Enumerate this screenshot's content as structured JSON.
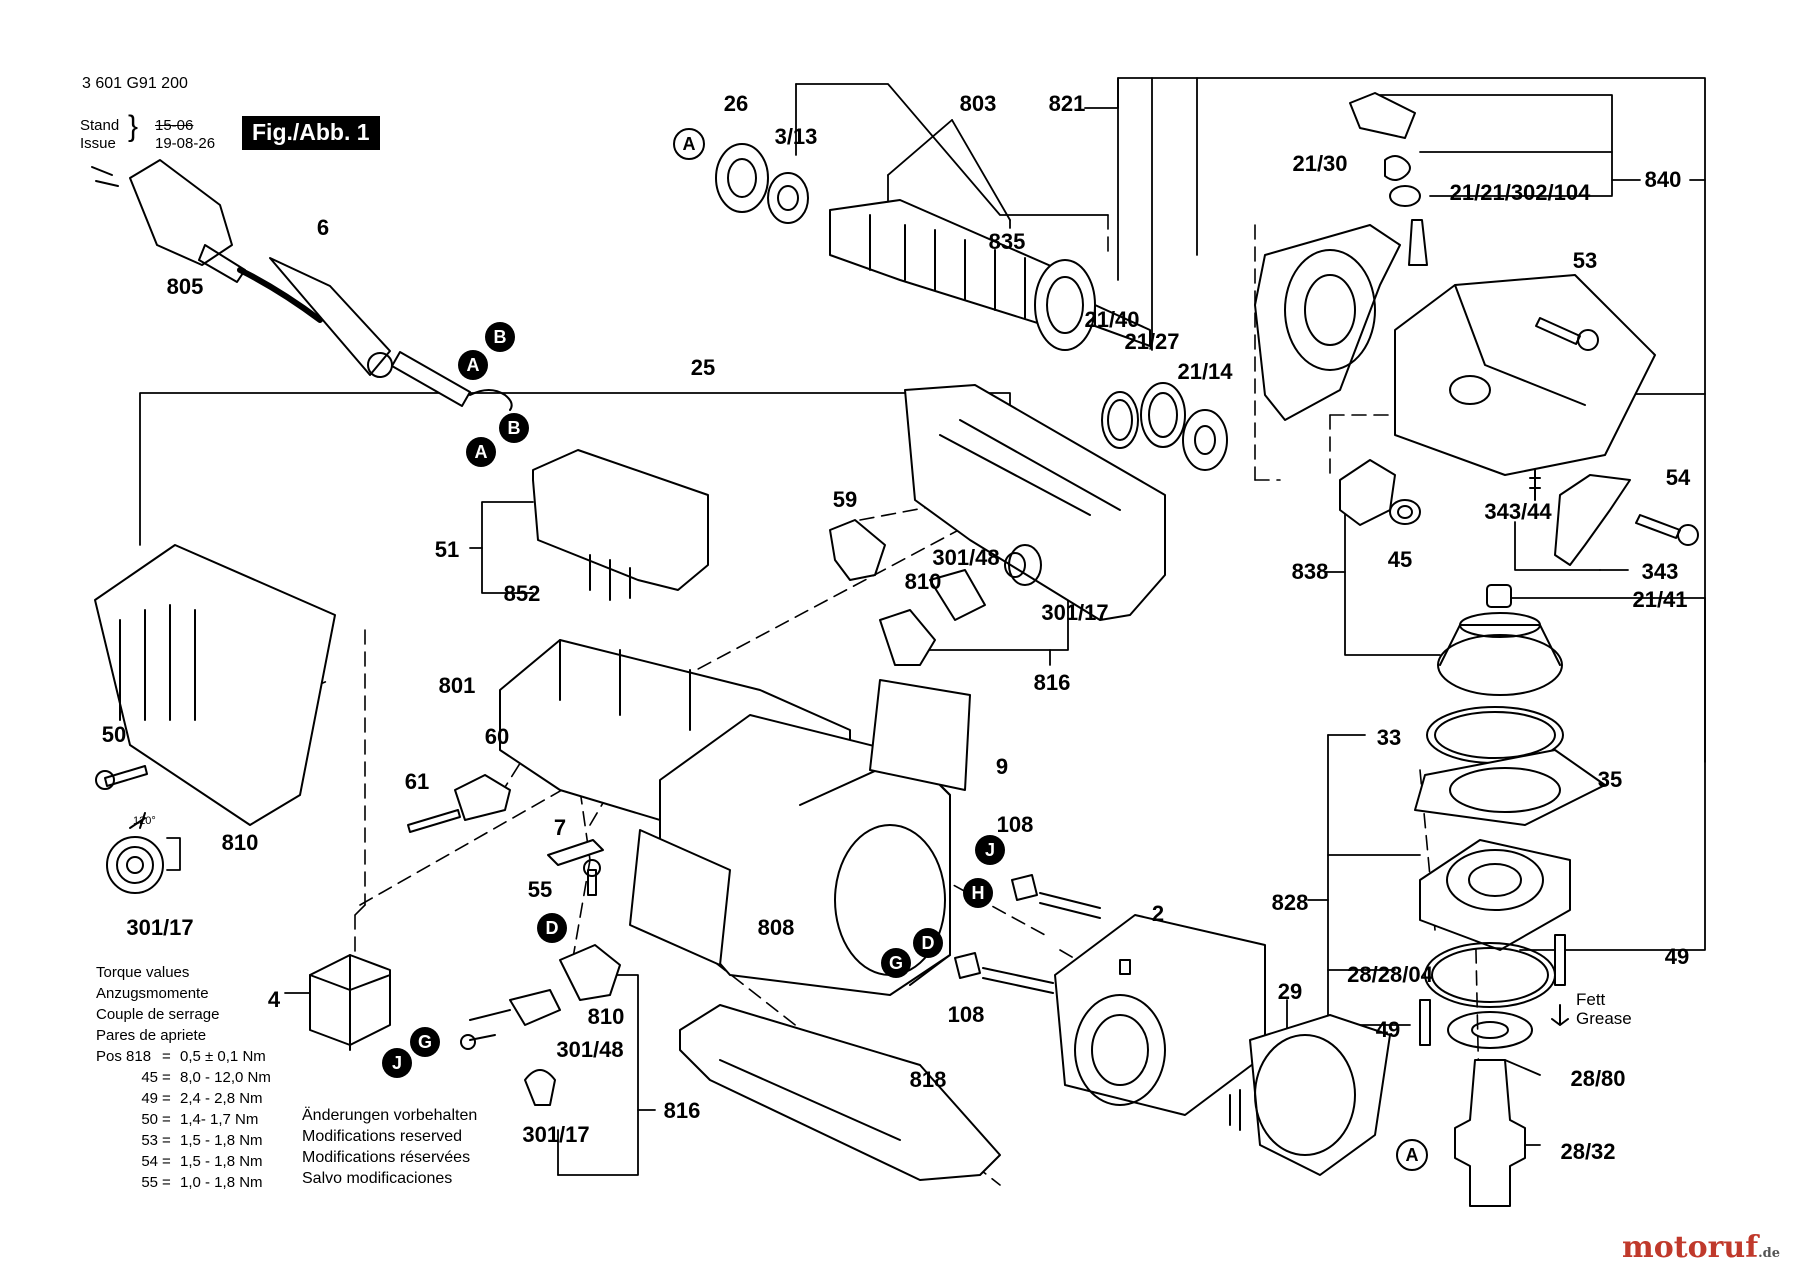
{
  "header": {
    "part_number": "3 601 G91 200",
    "stand_label": "Stand",
    "issue_label": "Issue",
    "stand_date": "15-06",
    "issue_date": "19-08-26",
    "figure_label": "Fig./Abb. 1"
  },
  "part_labels": [
    {
      "id": "805",
      "text": "805"
    },
    {
      "id": "6",
      "text": "6"
    },
    {
      "id": "26",
      "text": "26"
    },
    {
      "id": "3-13",
      "text": "3/13"
    },
    {
      "id": "803",
      "text": "803"
    },
    {
      "id": "821",
      "text": "821"
    },
    {
      "id": "835",
      "text": "835"
    },
    {
      "id": "21-30",
      "text": "21/30"
    },
    {
      "id": "840",
      "text": "840"
    },
    {
      "id": "21-21-302-104",
      "text": "21/21/302/104"
    },
    {
      "id": "53",
      "text": "53"
    },
    {
      "id": "21-40",
      "text": "21/40"
    },
    {
      "id": "21-27",
      "text": "21/27"
    },
    {
      "id": "21-14",
      "text": "21/14"
    },
    {
      "id": "25",
      "text": "25"
    },
    {
      "id": "54",
      "text": "54"
    },
    {
      "id": "343-44",
      "text": "343/44"
    },
    {
      "id": "343",
      "text": "343"
    },
    {
      "id": "838",
      "text": "838"
    },
    {
      "id": "45",
      "text": "45"
    },
    {
      "id": "21-41",
      "text": "21/41"
    },
    {
      "id": "59",
      "text": "59"
    },
    {
      "id": "51",
      "text": "51"
    },
    {
      "id": "852",
      "text": "852"
    },
    {
      "id": "301-48-top",
      "text": "301/48"
    },
    {
      "id": "810-top",
      "text": "810"
    },
    {
      "id": "301-17-top",
      "text": "301/17"
    },
    {
      "id": "816-top",
      "text": "816"
    },
    {
      "id": "801",
      "text": "801"
    },
    {
      "id": "60",
      "text": "60"
    },
    {
      "id": "61",
      "text": "61"
    },
    {
      "id": "50",
      "text": "50"
    },
    {
      "id": "9",
      "text": "9"
    },
    {
      "id": "33",
      "text": "33"
    },
    {
      "id": "35",
      "text": "35"
    },
    {
      "id": "7",
      "text": "7"
    },
    {
      "id": "55",
      "text": "55"
    },
    {
      "id": "810-left",
      "text": "810"
    },
    {
      "id": "301-17-left",
      "text": "301/17"
    },
    {
      "id": "108-top",
      "text": "108"
    },
    {
      "id": "828",
      "text": "828"
    },
    {
      "id": "2",
      "text": "2"
    },
    {
      "id": "808",
      "text": "808"
    },
    {
      "id": "4",
      "text": "4"
    },
    {
      "id": "49-right",
      "text": "49"
    },
    {
      "id": "28-28-04",
      "text": "28/28/04"
    },
    {
      "id": "108-bottom",
      "text": "108"
    },
    {
      "id": "29",
      "text": "29"
    },
    {
      "id": "810-bottom",
      "text": "810"
    },
    {
      "id": "49-left",
      "text": "49"
    },
    {
      "id": "301-48-bottom",
      "text": "301/48"
    },
    {
      "id": "818",
      "text": "818"
    },
    {
      "id": "28-80",
      "text": "28/80"
    },
    {
      "id": "816-bottom",
      "text": "816"
    },
    {
      "id": "301-17-bottom",
      "text": "301/17"
    },
    {
      "id": "28-32",
      "text": "28/32"
    }
  ],
  "connector_letters": [
    {
      "id": "a-top",
      "text": "A",
      "style": "outline"
    },
    {
      "id": "b-cable",
      "text": "B",
      "style": "filled"
    },
    {
      "id": "a-cable",
      "text": "A",
      "style": "filled"
    },
    {
      "id": "b-switch",
      "text": "B",
      "style": "filled"
    },
    {
      "id": "a-switch",
      "text": "A",
      "style": "filled"
    },
    {
      "id": "j-right",
      "text": "J",
      "style": "filled"
    },
    {
      "id": "h-right",
      "text": "H",
      "style": "filled"
    },
    {
      "id": "d-right",
      "text": "D",
      "style": "filled"
    },
    {
      "id": "g-right",
      "text": "G",
      "style": "filled"
    },
    {
      "id": "d-left",
      "text": "D",
      "style": "filled"
    },
    {
      "id": "g-left",
      "text": "G",
      "style": "filled"
    },
    {
      "id": "j-left",
      "text": "J",
      "style": "filled"
    },
    {
      "id": "a-bottom",
      "text": "A",
      "style": "outline"
    }
  ],
  "angle_label": "120°",
  "grease": {
    "line1": "Fett",
    "line2": "Grease"
  },
  "torque": {
    "titles": [
      "Torque values",
      "Anzugsmomente",
      "Couple de serrage",
      "Pares de apriete"
    ],
    "rows": [
      {
        "pos": "Pos 818",
        "value": "0,5 ± 0,1 Nm"
      },
      {
        "pos": "45",
        "value": "8,0 - 12,0 Nm"
      },
      {
        "pos": "49",
        "value": "2,4 - 2,8 Nm"
      },
      {
        "pos": "50",
        "value": "1,4- 1,7 Nm"
      },
      {
        "pos": "53",
        "value": "1,5 - 1,8 Nm"
      },
      {
        "pos": "54",
        "value": "1,5 - 1,8 Nm"
      },
      {
        "pos": "55",
        "value": "1,0 - 1,8 Nm"
      }
    ],
    "eq_sign": "="
  },
  "notes": [
    "Änderungen vorbehalten",
    "Modifications reserved",
    "Modifications réservées",
    "Salvo modificaciones"
  ],
  "brand": {
    "name": "motoruf",
    "suffix": ".de"
  }
}
